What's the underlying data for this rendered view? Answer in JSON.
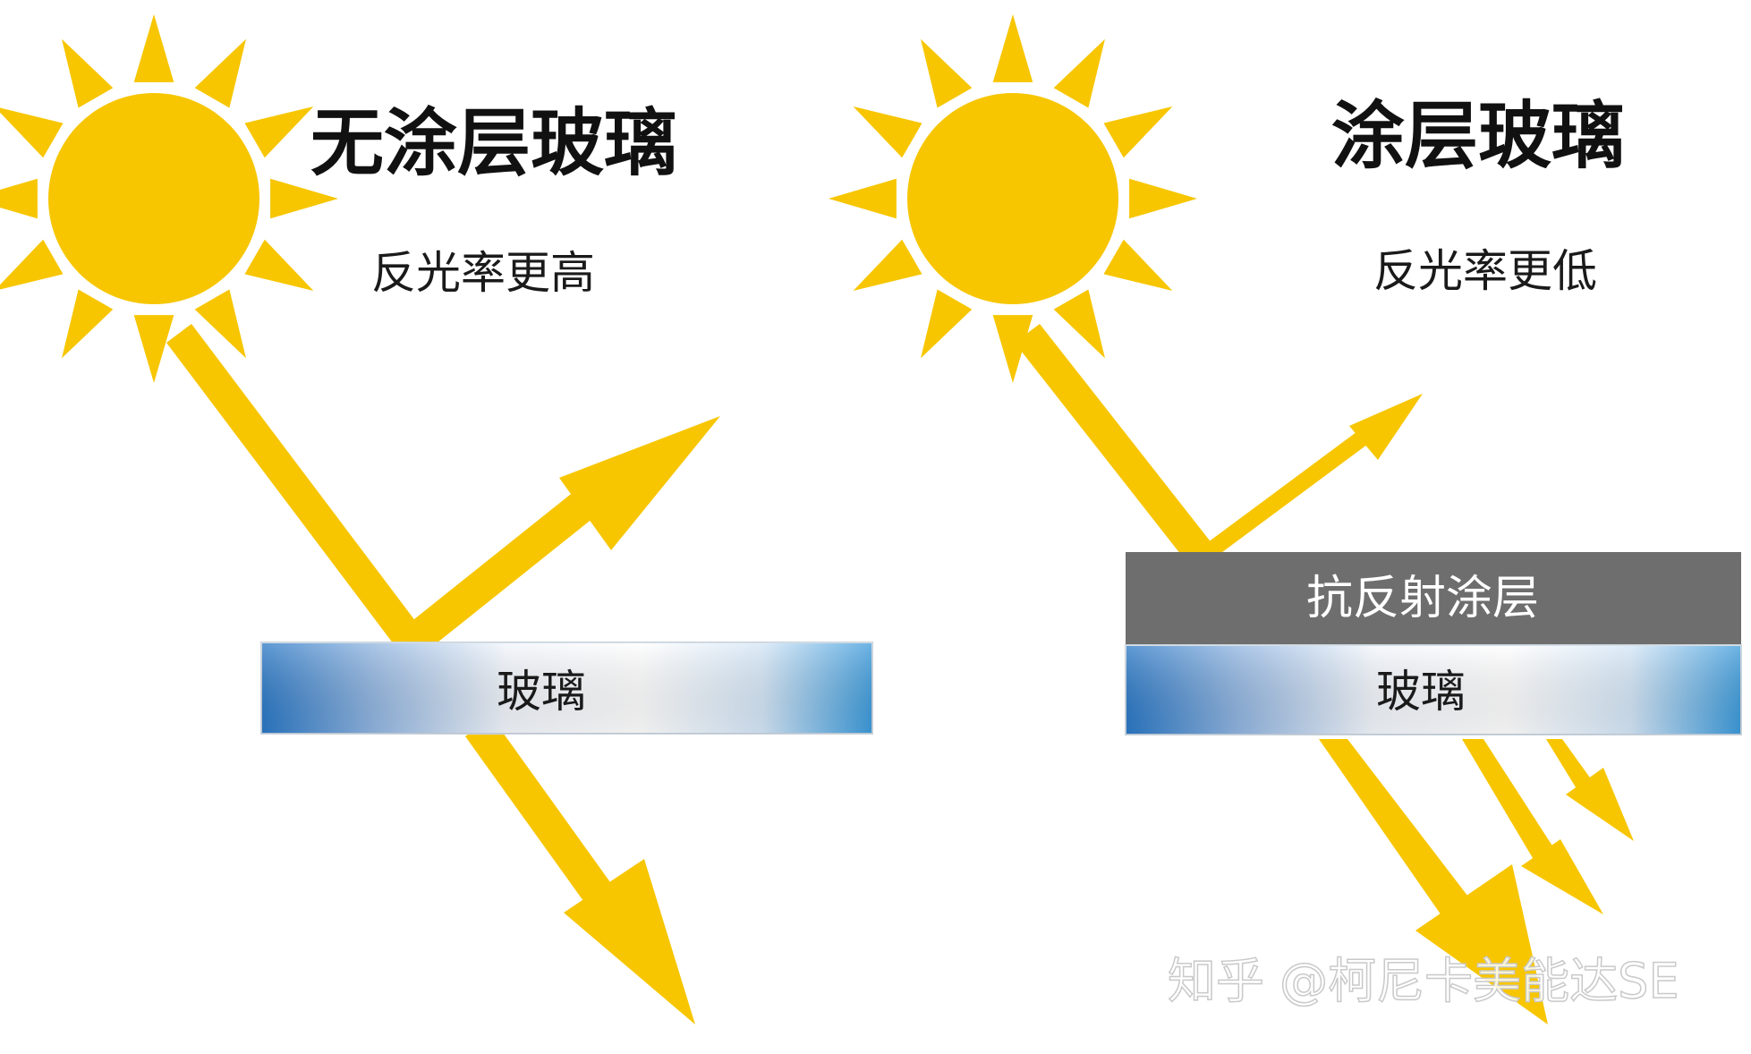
{
  "panels": [
    {
      "title": "无涂层玻璃",
      "subtitle": "反光率更高",
      "glass_label": "玻璃"
    },
    {
      "title": "涂层玻璃",
      "subtitle": "反光率更低",
      "coating_label": "抗反射涂层",
      "glass_label": "玻璃"
    }
  ],
  "watermark": "知乎 @柯尼卡美能达SE",
  "colors": {
    "sun": "#F7C600",
    "arrow": "#F7C600",
    "coating": "#6E6E6E",
    "glass_dark": "#2A7BC8",
    "glass_light": "#FFFFFF"
  }
}
